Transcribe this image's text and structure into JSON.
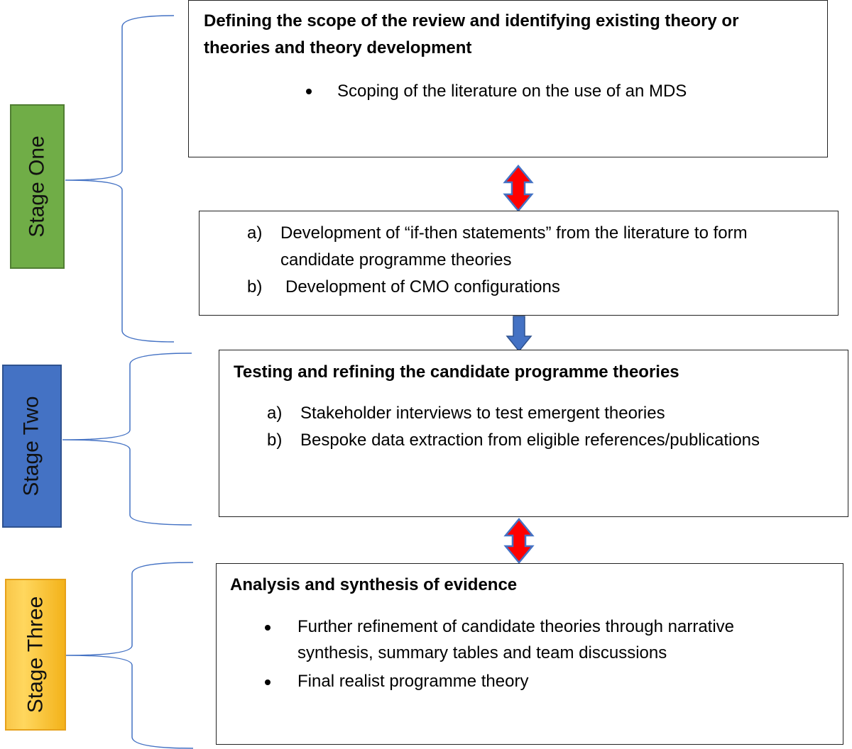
{
  "stages": {
    "one": "Stage One",
    "two": "Stage Two",
    "three": "Stage Three"
  },
  "box1": {
    "title": "Defining the scope of the review and identifying existing theory or theories and theory development",
    "title_line1": "Defining the scope of the review and identifying existing theory or",
    "title_line2": "theories and theory development",
    "bullet1": "Scoping of the literature on the use of an MDS"
  },
  "box2": {
    "item_a_marker": "a)",
    "item_a_line1": "Development of “if-then statements” from the literature to form",
    "item_a_line2": "candidate programme theories",
    "item_b_marker": "b)",
    "item_b": "Development of CMO configurations"
  },
  "box3": {
    "title": "Testing and refining the candidate programme theories",
    "item_a_marker": "a)",
    "item_a": "Stakeholder interviews to test emergent theories",
    "item_b_marker": "b)",
    "item_b": "Bespoke data extraction from eligible references/publications"
  },
  "box4": {
    "title": "Analysis and synthesis of evidence",
    "bullet1_line1": "Further refinement of candidate theories through narrative",
    "bullet1_line2": "synthesis, summary tables and team discussions",
    "bullet2": "Final realist programme theory"
  },
  "colors": {
    "stage_one": "#70ad47",
    "stage_two": "#4472c4",
    "stage_three": "#ffc000",
    "bracket": "#4472c4",
    "double_arrow": "#ff0000",
    "down_arrow": "#4472c4"
  }
}
